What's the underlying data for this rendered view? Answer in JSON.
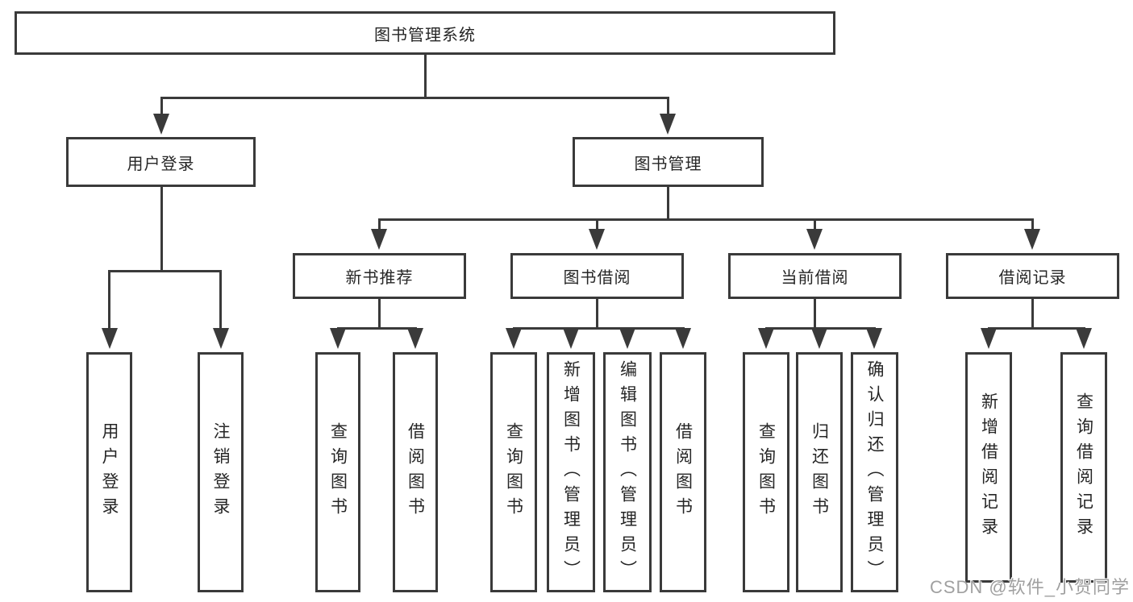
{
  "colors": {
    "line": "#3a3a3a",
    "text": "#262626",
    "background": "#ffffff",
    "watermark": "#a0a0a0"
  },
  "nodes": {
    "root": "图书管理系统",
    "user_login": "用户登录",
    "book_mgmt": "图书管理",
    "new_book_rec": "新书推荐",
    "book_borrow": "图书借阅",
    "current_borrow": "当前借阅",
    "borrow_records": "借阅记录",
    "leaf_user_login": "用户登录",
    "leaf_logout": "注销登录",
    "leaf_nb_query": "查询图书",
    "leaf_nb_borrow": "借阅图书",
    "leaf_bb_query": "查询图书",
    "leaf_bb_add": "新增图书（管理员）",
    "leaf_bb_edit": "编辑图书（管理员）",
    "leaf_bb_borrow": "借阅图书",
    "leaf_cb_query": "查询图书",
    "leaf_cb_return": "归还图书",
    "leaf_cb_confirm": "确认归还（管理员）",
    "leaf_br_add": "新增借阅记录",
    "leaf_br_query": "查询借阅记录"
  },
  "watermark": "CSDN @软件_小贺同学"
}
